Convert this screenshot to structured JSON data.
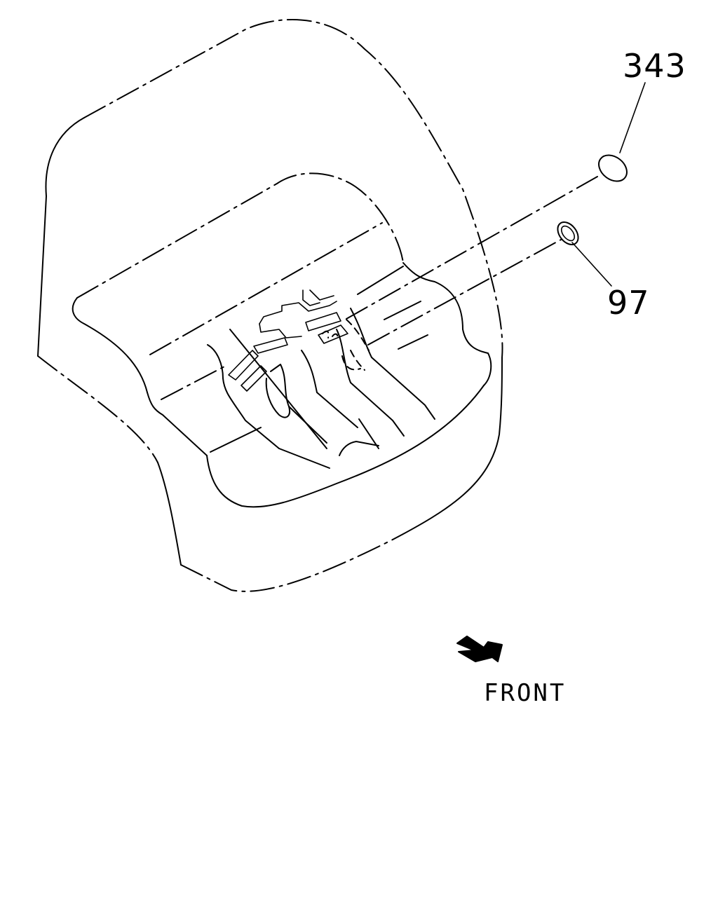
{
  "callouts": {
    "part_upper": "343",
    "part_lower": "97"
  },
  "direction": {
    "label": "FRONT",
    "icon": "arrow-right-icon"
  }
}
